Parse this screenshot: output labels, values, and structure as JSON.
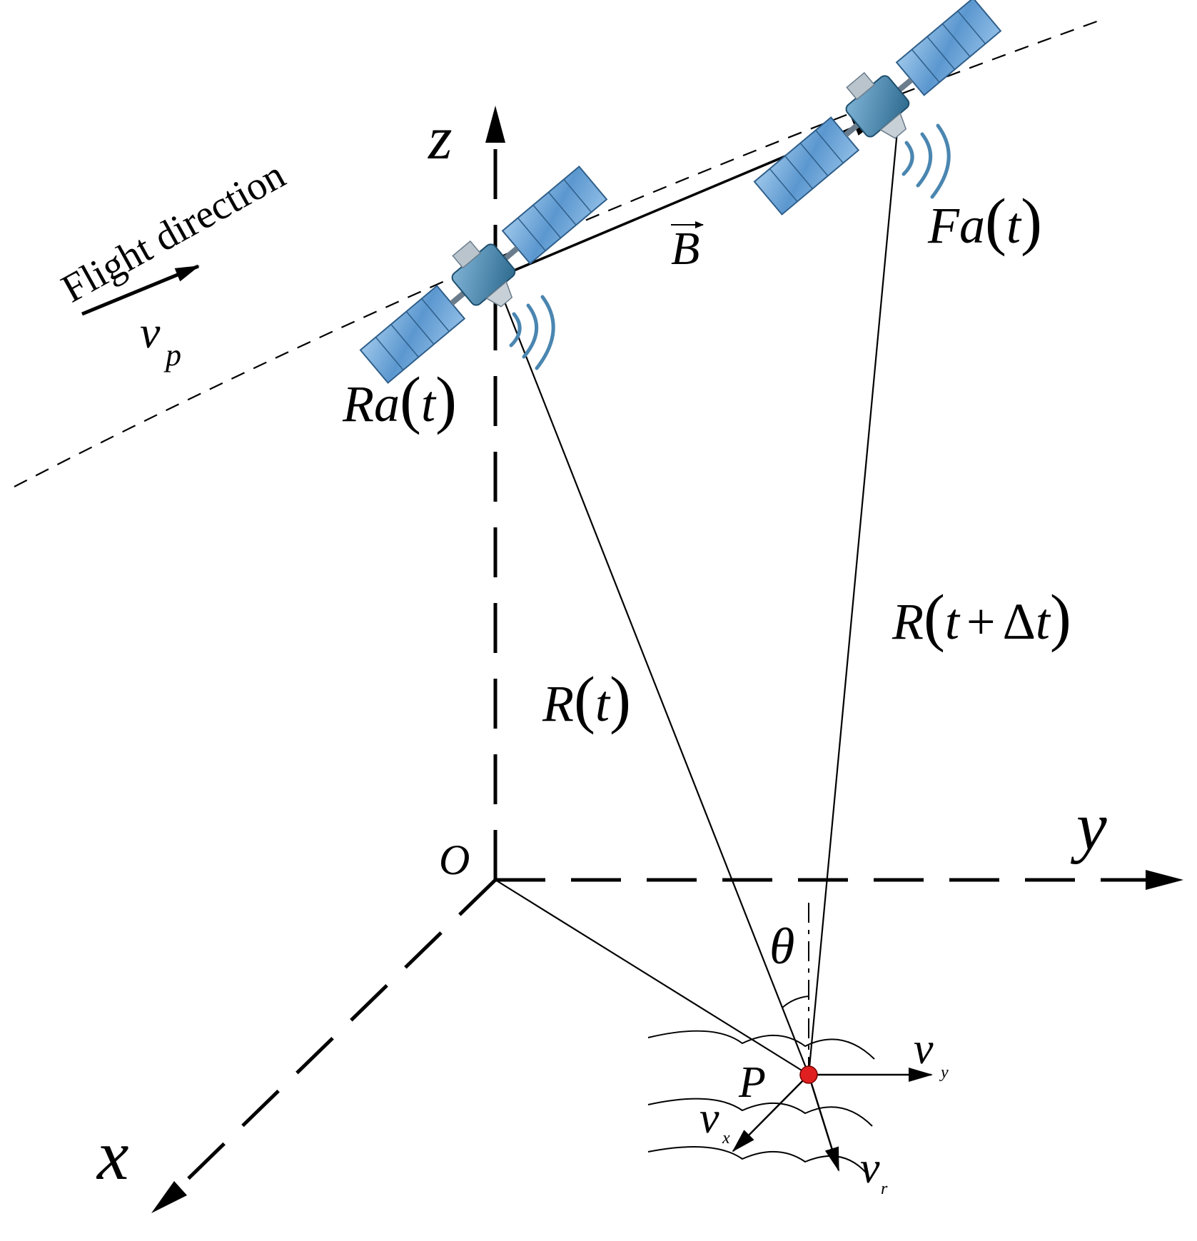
{
  "labels": {
    "flight_direction": "Flight direction",
    "v": "v",
    "p_sub": "p",
    "z_axis": "z",
    "y_axis": "y",
    "x_axis": "x",
    "origin": "O",
    "baseline": "B",
    "ra": "Ra",
    "fa": "Fa",
    "t": "t",
    "r": "R",
    "plus": "+",
    "delta": "Δ",
    "lparen": "(",
    "rparen": ")",
    "theta": "θ",
    "point": "P",
    "vx_sub": "x",
    "vy_sub": "y",
    "vr_sub": "r"
  },
  "colors": {
    "line": "#000000",
    "target_point": "#e02020",
    "satellite_panel": "#6fa8dc",
    "satellite_body": "#3d7ea6",
    "signal_waves": "#4a86b0"
  },
  "icons": [
    "satellite-icon",
    "signal-wave-icon",
    "terrain-icon"
  ]
}
